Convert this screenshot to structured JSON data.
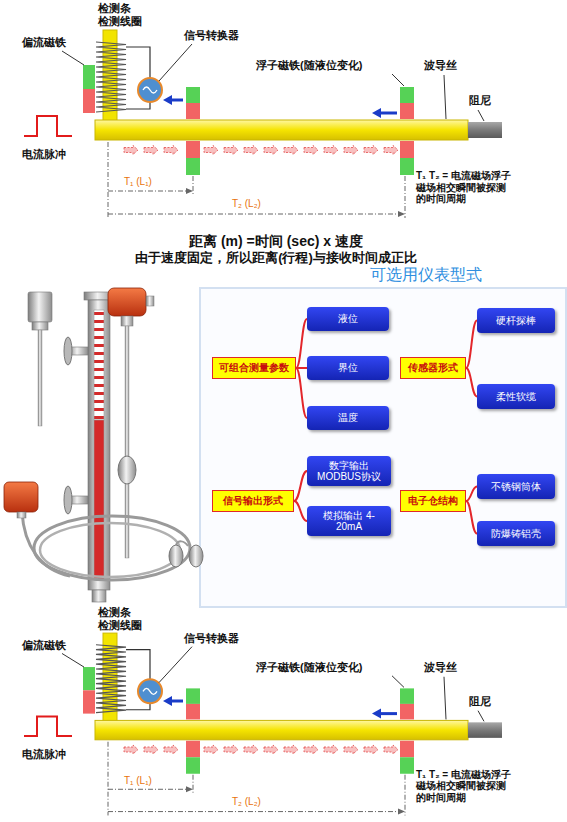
{
  "diagram": {
    "nodes": [
      {
        "text": [
          "可组合测量参数"
        ]
      },
      {
        "text": [
          "液位"
        ]
      },
      {
        "text": [
          "界位"
        ]
      },
      {
        "text": [
          "温度"
        ]
      },
      {
        "text": [
          "传感器形式"
        ]
      },
      {
        "text": [
          "硬杆探棒"
        ]
      },
      {
        "text": [
          "柔性软缆"
        ]
      },
      {
        "text": [
          "信号输出形式"
        ]
      },
      {
        "text": [
          "数字输出 MODBUS协议"
        ]
      },
      {
        "text": [
          "模拟输出 4-20mA"
        ]
      },
      {
        "text": [
          "电子仓结构"
        ]
      },
      {
        "text": [
          "不锈钢筒体"
        ]
      },
      {
        "text": [
          "防爆铸铝壳"
        ]
      }
    ],
    "edges": [
      {
        "from": 0,
        "to": 1,
        "arrow": "none"
      },
      {
        "from": 0,
        "to": 2,
        "arrow": "none"
      },
      {
        "from": 0,
        "to": 3,
        "arrow": "none"
      },
      {
        "from": 4,
        "to": 5,
        "arrow": "none"
      },
      {
        "from": 4,
        "to": 6,
        "arrow": "none"
      },
      {
        "from": 7,
        "to": 8,
        "arrow": "none"
      },
      {
        "from": 7,
        "to": 9,
        "arrow": "none"
      },
      {
        "from": 10,
        "to": 11,
        "arrow": "none"
      },
      {
        "from": 10,
        "to": 12,
        "arrow": "none"
      }
    ],
    "labels": [
      "检测条 检测线圈",
      "偏流磁铁",
      "信号转换器",
      "浮子磁铁(随液位变化)",
      "波导丝",
      "阻尼",
      "电流脉冲",
      "T₁ (L₁)",
      "T₂ (L₂)",
      "T₁ T₂ = 电流磁场浮子 磁场相交瞬間被探测 的时间周期",
      "距离 (m) =时间 (sec) x 速度",
      "由于速度固定，所以距离(行程)与接收时间成正比",
      "可选用仪表型式",
      "检测条 检测线圈",
      "偏流磁铁",
      "信号转换器",
      "浮子磁铁(随液位变化)",
      "波导丝",
      "阻尼",
      "电流脉冲",
      "T₁ (L₁)",
      "T₂ (L₂)",
      "T₁ T₂ = 电流磁场浮子 磁场相交瞬間被探测 的时间周期"
    ]
  }
}
